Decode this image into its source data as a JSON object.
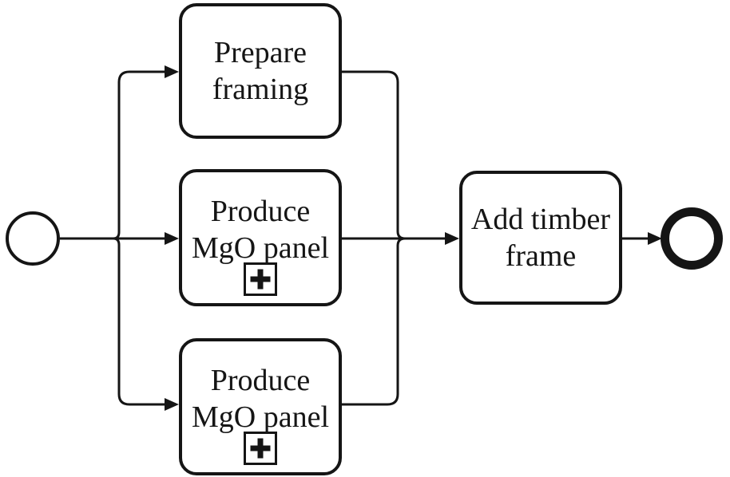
{
  "colors": {
    "ink": "#151515",
    "background": "#ffffff"
  },
  "process": {
    "start_event": {
      "type": "start-event",
      "label": ""
    },
    "end_event": {
      "type": "end-event",
      "label": ""
    },
    "tasks": [
      {
        "id": "prepare-framing",
        "label": "Prepare framing",
        "marker": null
      },
      {
        "id": "produce-mgo-panel-middle",
        "label": "Produce MgO panel",
        "marker": "subprocess-plus"
      },
      {
        "id": "produce-mgo-panel-bottom",
        "label": "Produce MgO panel",
        "marker": "subprocess-plus"
      },
      {
        "id": "add-timber-frame",
        "label": "Add timber frame",
        "marker": null
      }
    ],
    "flows": [
      {
        "from": "start-event",
        "to": "prepare-framing"
      },
      {
        "from": "start-event",
        "to": "produce-mgo-panel-middle"
      },
      {
        "from": "start-event",
        "to": "produce-mgo-panel-bottom"
      },
      {
        "from": "prepare-framing",
        "to": "add-timber-frame"
      },
      {
        "from": "produce-mgo-panel-middle",
        "to": "add-timber-frame"
      },
      {
        "from": "produce-mgo-panel-bottom",
        "to": "add-timber-frame"
      },
      {
        "from": "add-timber-frame",
        "to": "end-event"
      }
    ]
  },
  "icons": {
    "subprocess_marker": "+"
  }
}
